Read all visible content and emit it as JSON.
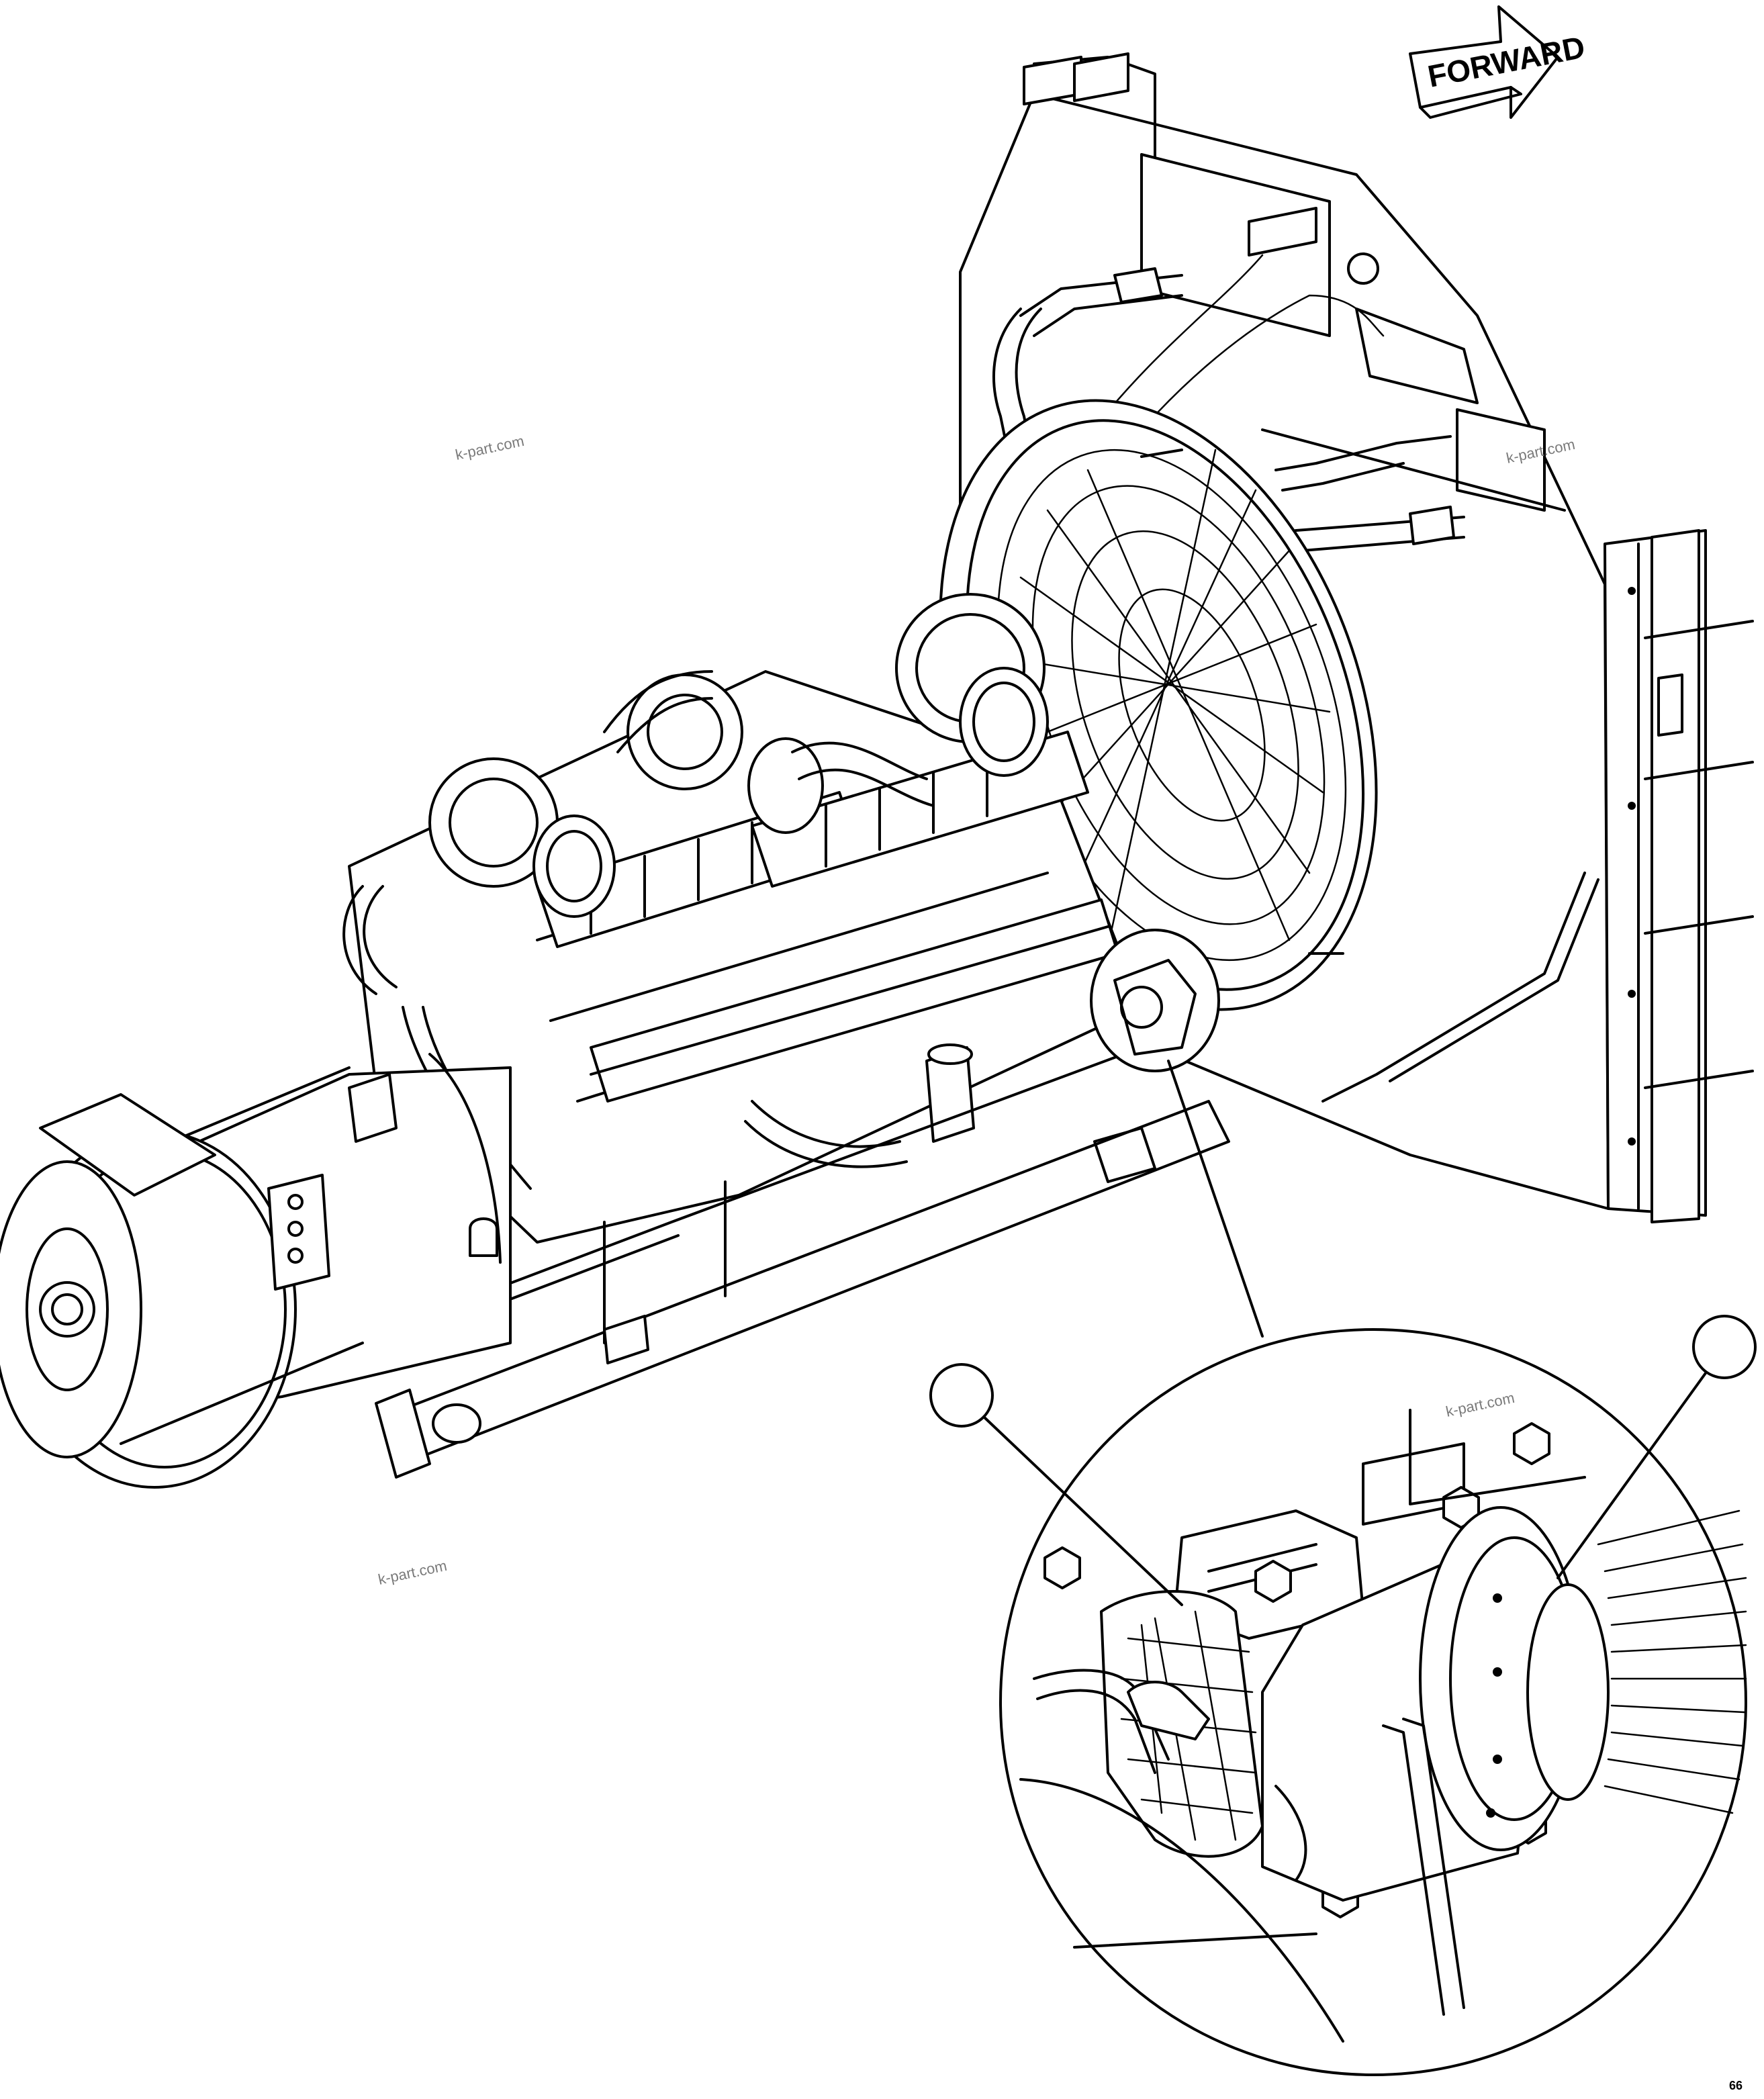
{
  "direction_arrow": {
    "label": "FORWARD"
  },
  "watermarks": [
    "k-part.com",
    "k-part.com",
    "k-part.com",
    "k-part.com"
  ],
  "callouts": [
    {
      "label": ""
    },
    {
      "label": ""
    }
  ],
  "figure_ref": "66"
}
